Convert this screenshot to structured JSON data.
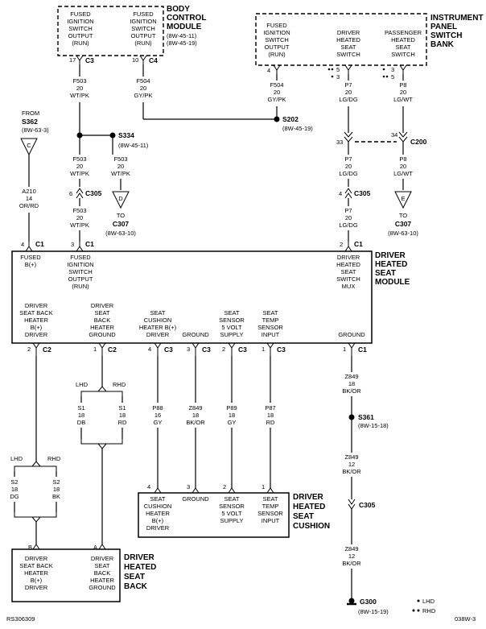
{
  "labels": {
    "bcm_left_1": "FUSED",
    "bcm_left_2": "IGNITION",
    "bcm_left_3": "SWITCH",
    "bcm_left_4": "OUTPUT",
    "bcm_left_5": "(RUN)",
    "bcm_right_1": "FUSED",
    "bcm_right_2": "IGNITION",
    "bcm_right_3": "SWITCH",
    "bcm_right_4": "OUTPUT",
    "bcm_right_5": "(RUN)",
    "bcm_title_1": "BODY",
    "bcm_title_2": "CONTROL",
    "bcm_title_3": "MODULE",
    "bcm_ref_1": "(8W-45-11)",
    "bcm_ref_2": "(8W-45-19)",
    "bcm_pin_17": "17",
    "bcm_c3": "C3",
    "bcm_pin_10": "10",
    "bcm_c4": "C4",
    "ip_title_1": "INSTRUMENT",
    "ip_title_2": "PANEL",
    "ip_title_3": "SWITCH",
    "ip_title_4": "BANK",
    "ip_c1_1": "FUSED",
    "ip_c1_2": "IGNITION",
    "ip_c1_3": "SWITCH",
    "ip_c1_4": "OUTPUT",
    "ip_c1_5": "(RUN)",
    "ip_c2_1": "DRIVER",
    "ip_c2_2": "HEATED",
    "ip_c2_3": "SEAT",
    "ip_c2_4": "SWITCH",
    "ip_c3_1": "PASSENGER",
    "ip_c3_2": "HEATED",
    "ip_c3_3": "SEAT",
    "ip_c3_4": "SWITCH",
    "ip_pin_4": "4",
    "ip_pin_5a": "5",
    "ip_pin_3a": "3",
    "ip_pin_3b": "3",
    "ip_pin_5b": "5",
    "w_f503_a": "F503",
    "w_f503_a2": "20",
    "w_f503_a3": "WT/PK",
    "w_f504_a": "F504",
    "w_f504_a2": "20",
    "w_f504_a3": "GY/PK",
    "w_f504_b": "F504",
    "w_f504_b2": "20",
    "w_f504_b3": "GY/PK",
    "w_p7_a": "P7",
    "w_p7_a2": "20",
    "w_p7_a3": "LG/DG",
    "w_p8_a": "P8",
    "w_p8_a2": "20",
    "w_p8_a3": "LG/WT",
    "s334": "S334",
    "s334_ref": "(8W-45-11)",
    "s202": "S202",
    "s202_ref": "(8W-45-19)",
    "from": "FROM",
    "s362": "S362",
    "s362_ref": "(8W-63-3)",
    "c_letter": "C",
    "c200_33": "33",
    "c200_34": "34",
    "c200": "C200",
    "w_f503_b": "F503",
    "w_f503_b2": "20",
    "w_f503_b3": "WT/PK",
    "w_f503_c": "F503",
    "w_f503_c2": "20",
    "w_f503_c3": "WT/PK",
    "w_p7_b": "P7",
    "w_p7_b2": "20",
    "w_p7_b3": "LG/DG",
    "w_p8_b": "P8",
    "w_p8_b2": "20",
    "w_p8_b3": "LG/WT",
    "w_a210": "A210",
    "w_a2102": "14",
    "w_a2103": "OR/RD",
    "c305_6": "6",
    "c305_a": "C305",
    "c305_4": "4",
    "c305_b": "C305",
    "d_letter": "D",
    "to_d": "TO",
    "c307_d": "C307",
    "c307_d_ref": "(8W-63-10)",
    "e_letter": "E",
    "to_e": "TO",
    "c307_e": "C307",
    "c307_e_ref": "(8W-63-10)",
    "w_f503_d": "F503",
    "w_f503_d2": "20",
    "w_f503_d3": "WT/PK",
    "w_p7_c": "P7",
    "w_p7_c2": "20",
    "w_p7_c3": "LG/DG",
    "m_pin_4": "4",
    "m_c1a": "C1",
    "m_pin_3": "3",
    "m_c1b": "C1",
    "m_pin_2": "2",
    "m_c1c": "C1",
    "m_fused_1": "FUSED",
    "m_fused_2": "B(+)",
    "m_fis_1": "FUSED",
    "m_fis_2": "IGNITION",
    "m_fis_3": "SWITCH",
    "m_fis_4": "OUTPUT",
    "m_fis_5": "(RUN)",
    "m_mux_1": "DRIVER",
    "m_mux_2": "HEATED",
    "m_mux_3": "SEAT",
    "m_mux_4": "SWITCH",
    "m_mux_5": "MUX",
    "m_title_1": "DRIVER",
    "m_title_2": "HEATED",
    "m_title_3": "SEAT",
    "m_title_4": "MODULE",
    "m_b1_1": "DRIVER",
    "m_b1_2": "SEAT BACK",
    "m_b1_3": "HEATER",
    "m_b1_4": "B(+)",
    "m_b1_5": "DRIVER",
    "m_b2_1": "DRIVER",
    "m_b2_2": "SEAT",
    "m_b2_3": "BACK",
    "m_b2_4": "HEATER",
    "m_b2_5": "GROUND",
    "m_b3_1": "SEAT",
    "m_b3_2": "CUSHION",
    "m_b3_3": "HEATER B(+)",
    "m_b3_4": "DRIVER",
    "m_b4_1": "GROUND",
    "m_b5_1": "SEAT",
    "m_b5_2": "SENSOR",
    "m_b5_3": "5 VOLT",
    "m_b5_4": "SUPPLY",
    "m_b6_1": "SEAT",
    "m_b6_2": "TEMP",
    "m_b6_3": "SENSOR",
    "m_b6_4": "INPUT",
    "m_b7_1": "GROUND",
    "bp_2a": "2",
    "bc_c2a": "C2",
    "bp_1a": "1",
    "bc_c2b": "C2",
    "bp_4": "4",
    "bc_c3a": "C3",
    "bp_3": "3",
    "bc_c3b": "C3",
    "bp_2b": "2",
    "bc_c3c": "C3",
    "bp_1b": "1",
    "bc_c3d": "C3",
    "bp_1c": "1",
    "bc_c1": "C1",
    "lhd_1": "LHD",
    "rhd_1": "RHD",
    "w_s1a": "S1",
    "w_s1a2": "18",
    "w_s1a3": "DB",
    "w_s1b": "S1",
    "w_s1b2": "18",
    "w_s1b3": "RD",
    "w_p88": "P88",
    "w_p882": "16",
    "w_p883": "GY",
    "w_z849a": "Z849",
    "w_z849a2": "18",
    "w_z849a3": "BK/OR",
    "w_p89": "P89",
    "w_p892": "18",
    "w_p893": "GY",
    "w_p87": "P87",
    "w_p872": "18",
    "w_p873": "RD",
    "w_z849b": "Z849",
    "w_z849b2": "18",
    "w_z849b3": "BK/OR",
    "s361": "S361",
    "s361_ref": "(8W-15-18)",
    "w_z849c": "Z849",
    "w_z849c2": "12",
    "w_z849c3": "BK/OR",
    "c305_c": "C305",
    "w_z849d": "Z849",
    "w_z849d2": "12",
    "w_z849d3": "BK/OR",
    "g300": "G300",
    "g300_ref": "(8W-15-19)",
    "lhd_2": "LHD",
    "rhd_2": "RHD",
    "w_s2a": "S2",
    "w_s2a2": "18",
    "w_s2a3": "DG",
    "w_s2b": "S2",
    "w_s2b2": "18",
    "w_s2b3": "BK",
    "c_pin_4": "4",
    "c_pin_3": "3",
    "c_pin_2": "2",
    "c_pin_1": "1",
    "c_l1_1": "SEAT",
    "c_l1_2": "CUSHION",
    "c_l1_3": "HEATER",
    "c_l1_4": "B(+)",
    "c_l1_5": "DRIVER",
    "c_l2_1": "GROUND",
    "c_l3_1": "SEAT",
    "c_l3_2": "SENSOR",
    "c_l3_3": "5 VOLT",
    "c_l3_4": "SUPPLY",
    "c_l4_1": "SEAT",
    "c_l4_2": "TEMP",
    "c_l4_3": "SENSOR",
    "c_l4_4": "INPUT",
    "c_title_1": "DRIVER",
    "c_title_2": "HEATED",
    "c_title_3": "SEAT",
    "c_title_4": "CUSHION",
    "sb_pin_b": "B",
    "sb_pin_a": "A",
    "sb_l1_1": "DRIVER",
    "sb_l1_2": "SEAT BACK",
    "sb_l1_3": "HEATER",
    "sb_l1_4": "B(+)",
    "sb_l1_5": "DRIVER",
    "sb_l2_1": "DRIVER",
    "sb_l2_2": "SEAT",
    "sb_l2_3": "BACK",
    "sb_l2_4": "HEATER",
    "sb_l2_5": "GROUND",
    "sb_title_1": "DRIVER",
    "sb_title_2": "HEATED",
    "sb_title_3": "SEAT",
    "sb_title_4": "BACK",
    "footer_left": "RS306309",
    "footer_right": "038W-3"
  }
}
